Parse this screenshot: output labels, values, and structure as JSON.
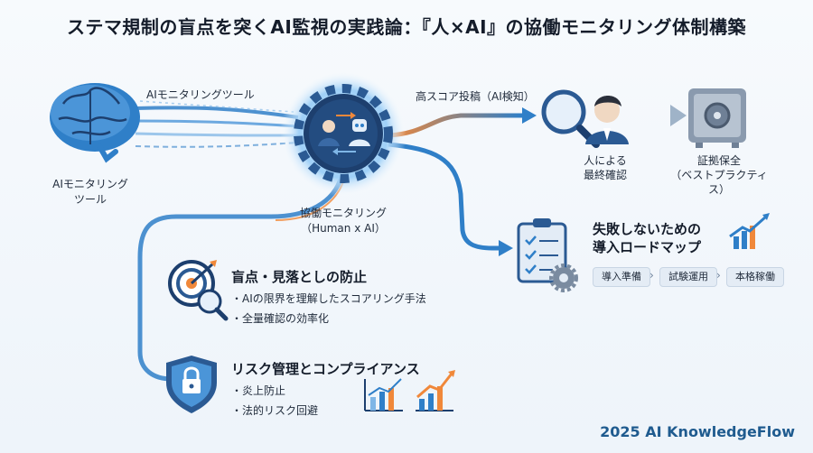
{
  "title": "ステマ規制の盲点を突くAI監視の実践論：『人×AI』の協働モニタリング体制構築",
  "source": {
    "label": "AIモニタリング\nツール",
    "stream_label": "AIモニタリングツール"
  },
  "hub": {
    "label": "協働モニタリング\n（Human x AI）"
  },
  "upper_branch": {
    "label": "高スコア投稿（AI検知）",
    "human_label": "人による\n最終確認",
    "evidence_label": "証拠保全\n（ベストプラクティス）"
  },
  "roadmap": {
    "heading": "失敗しないための\n導入ロードマップ",
    "steps": [
      "導入準備",
      "試験運用",
      "本格稼働"
    ]
  },
  "blind_spot": {
    "heading": "盲点・見落としの防止",
    "bullets": [
      "AIの限界を理解したスコアリング手法",
      "全量確認の効率化"
    ]
  },
  "risk": {
    "heading": "リスク管理とコンプライアンス",
    "bullets": [
      "炎上防止",
      "法的リスク回避"
    ]
  },
  "brand": "2025 AI KnowledgeFlow",
  "colors": {
    "blue_flow": "#2f7fc8",
    "orange_flow": "#f0883a",
    "navy": "#1d3f6e",
    "light_blue": "#7fb6e6"
  },
  "icons": {
    "brain": "brain-icon",
    "hub": "gear-human-robot-icon",
    "search": "magnifier-icon",
    "person": "person-icon",
    "safe": "safe-icon",
    "clipboard": "clipboard-checklist-icon",
    "target": "target-icon",
    "shield": "shield-lock-icon"
  }
}
